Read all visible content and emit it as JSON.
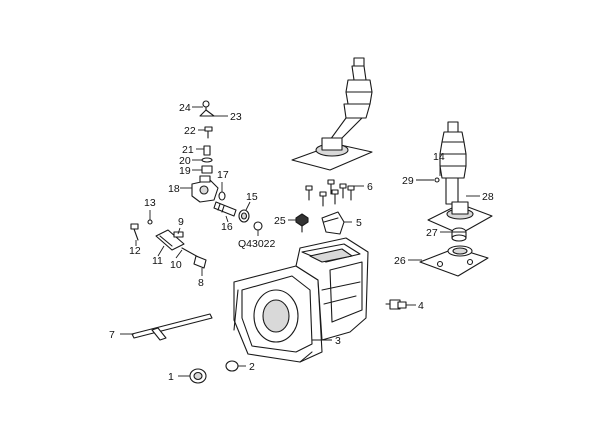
{
  "callouts": [
    {
      "id": "c1",
      "text": "1"
    },
    {
      "id": "c2",
      "text": "2"
    },
    {
      "id": "c3",
      "text": "3"
    },
    {
      "id": "c4",
      "text": "4"
    },
    {
      "id": "c5",
      "text": "5"
    },
    {
      "id": "c6",
      "text": "6"
    },
    {
      "id": "c7",
      "text": "7"
    },
    {
      "id": "c8",
      "text": "8"
    },
    {
      "id": "c9",
      "text": "9"
    },
    {
      "id": "c10",
      "text": "10"
    },
    {
      "id": "c11",
      "text": "11"
    },
    {
      "id": "c12",
      "text": "12"
    },
    {
      "id": "c13",
      "text": "13"
    },
    {
      "id": "c14",
      "text": "14"
    },
    {
      "id": "c15",
      "text": "15"
    },
    {
      "id": "c16",
      "text": "16"
    },
    {
      "id": "c17",
      "text": "17"
    },
    {
      "id": "c18",
      "text": "18"
    },
    {
      "id": "c19",
      "text": "19"
    },
    {
      "id": "c20",
      "text": "20"
    },
    {
      "id": "c21",
      "text": "21"
    },
    {
      "id": "c22",
      "text": "22"
    },
    {
      "id": "c23",
      "text": "23"
    },
    {
      "id": "c24",
      "text": "24"
    },
    {
      "id": "c25",
      "text": "25"
    },
    {
      "id": "c26",
      "text": "26"
    },
    {
      "id": "c27",
      "text": "27"
    },
    {
      "id": "c28",
      "text": "28"
    },
    {
      "id": "c29",
      "text": "29"
    },
    {
      "id": "cq",
      "text": "Q43022"
    }
  ]
}
